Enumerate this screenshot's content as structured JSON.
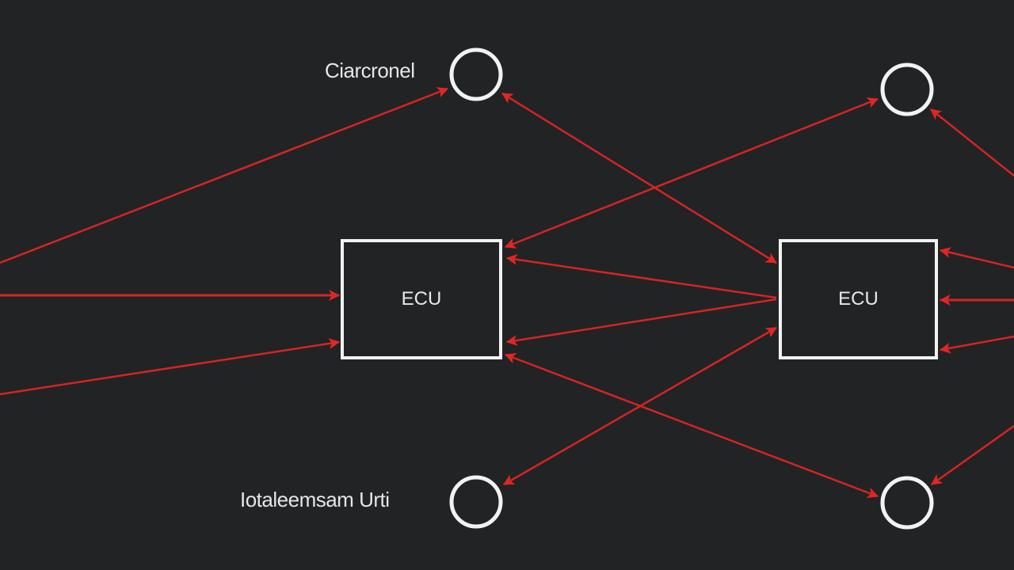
{
  "diagram": {
    "labels": {
      "top": "Ciarcronel",
      "bottom": "Iotaleemsam Urti"
    },
    "boxes": [
      {
        "id": "ecu-left",
        "label": "ECU"
      },
      {
        "id": "ecu-right",
        "label": "ECU"
      }
    ],
    "nodes": [
      "circle-top-left",
      "circle-top-right",
      "circle-bottom-left",
      "circle-bottom-right"
    ],
    "colors": {
      "background": "#222324",
      "line": "#d42424",
      "shape_stroke": "#f2f2f2",
      "text": "#e6e6e6"
    }
  }
}
